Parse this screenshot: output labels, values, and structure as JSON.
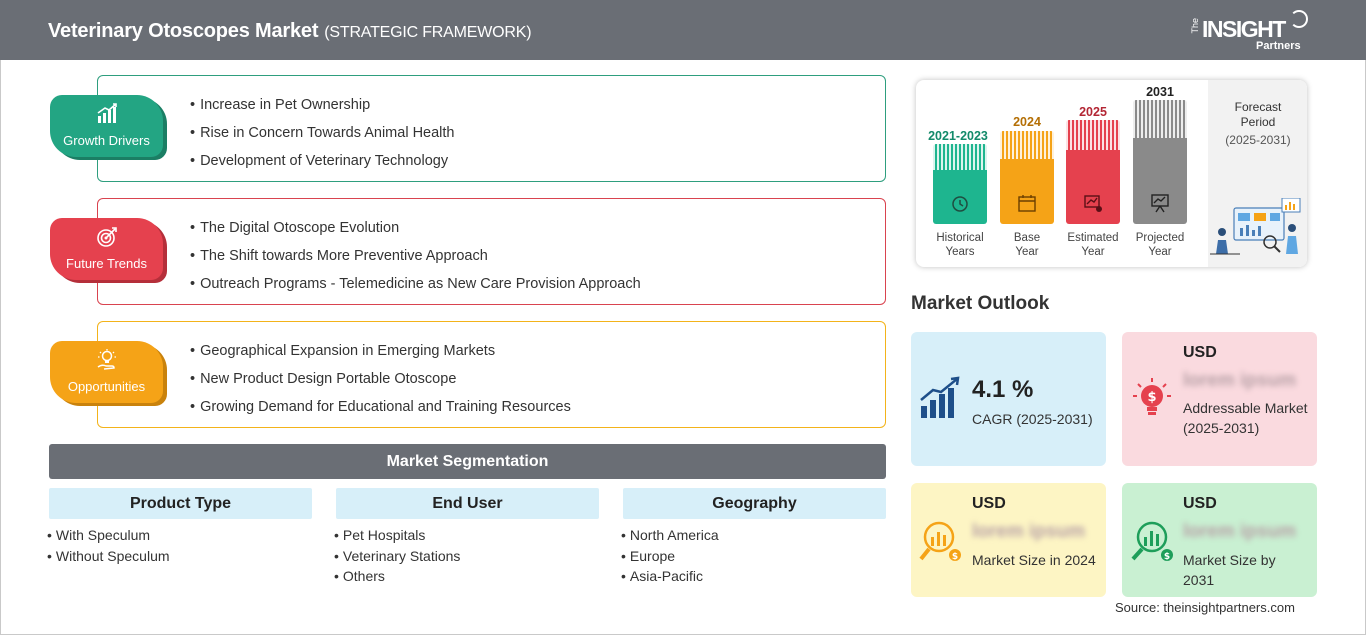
{
  "header": {
    "title": "Veterinary Otoscopes Market",
    "subtitle": "(STRATEGIC FRAMEWORK)",
    "logo_the": "The",
    "logo_main": "INSIGHT",
    "logo_sub": "Partners"
  },
  "drivers": {
    "growth": {
      "label": "Growth Drivers",
      "items": [
        "Increase in Pet Ownership",
        "Rise in Concern Towards Animal Health",
        "Development of Veterinary Technology"
      ]
    },
    "trends": {
      "label": "Future Trends",
      "items": [
        "The Digital Otoscope Evolution",
        "The Shift towards More Preventive Approach",
        "Outreach Programs - Telemedicine as New Care Provision Approach"
      ]
    },
    "opportunities": {
      "label": "Opportunities",
      "items": [
        "Geographical Expansion in Emerging Markets",
        "New Product Design Portable Otoscope",
        "Growing Demand for Educational and Training Resources"
      ]
    }
  },
  "segmentation": {
    "title": "Market Segmentation",
    "columns": [
      {
        "title": "Product Type",
        "items": [
          "With Speculum",
          "Without Speculum"
        ]
      },
      {
        "title": "End User",
        "items": [
          "Pet Hospitals",
          "Veterinary Stations",
          "Others"
        ]
      },
      {
        "title": "Geography",
        "items": [
          "North America",
          "Europe",
          "Asia-Pacific"
        ]
      }
    ]
  },
  "timeline": {
    "bars": [
      {
        "year": "2021-2023",
        "caption_1": "Historical",
        "caption_2": "Years",
        "color": "#1eb58f",
        "year_color": "#138a6a"
      },
      {
        "year": "2024",
        "caption_1": "Base",
        "caption_2": "Year",
        "color": "#f5a317",
        "year_color": "#b46f05"
      },
      {
        "year": "2025",
        "caption_1": "Estimated",
        "caption_2": "Year",
        "color": "#e5414e",
        "year_color": "#b32634"
      },
      {
        "year": "2031",
        "caption_1": "Projected",
        "caption_2": "Year",
        "color": "#8a8a8a",
        "year_color": "#222222"
      }
    ],
    "forecast_label_1": "Forecast",
    "forecast_label_2": "Period",
    "forecast_period": "(2025-2031)"
  },
  "outlook": {
    "title": "Market Outlook",
    "cagr": {
      "value": "4.1 %",
      "label": "CAGR (2025-2031)"
    },
    "addressable": {
      "currency": "USD",
      "value": "lorem ipsum",
      "label": "Addressable Market (2025-2031)"
    },
    "size_2024": {
      "currency": "USD",
      "value": "lorem ipsum",
      "label": "Market Size in 2024"
    },
    "size_2031": {
      "currency": "USD",
      "value": "lorem ipsum",
      "label": "Market Size by 2031"
    }
  },
  "source": "Source: theinsightpartners.com",
  "colors": {
    "header_bg": "#6a6e75",
    "green": "#23a583",
    "red": "#e5414e",
    "yellow": "#f5a317",
    "blue_card": "#d7eff9",
    "pink_card": "#fadadf",
    "yellow_card": "#fdf5c4",
    "green_card": "#c9f0d2"
  }
}
